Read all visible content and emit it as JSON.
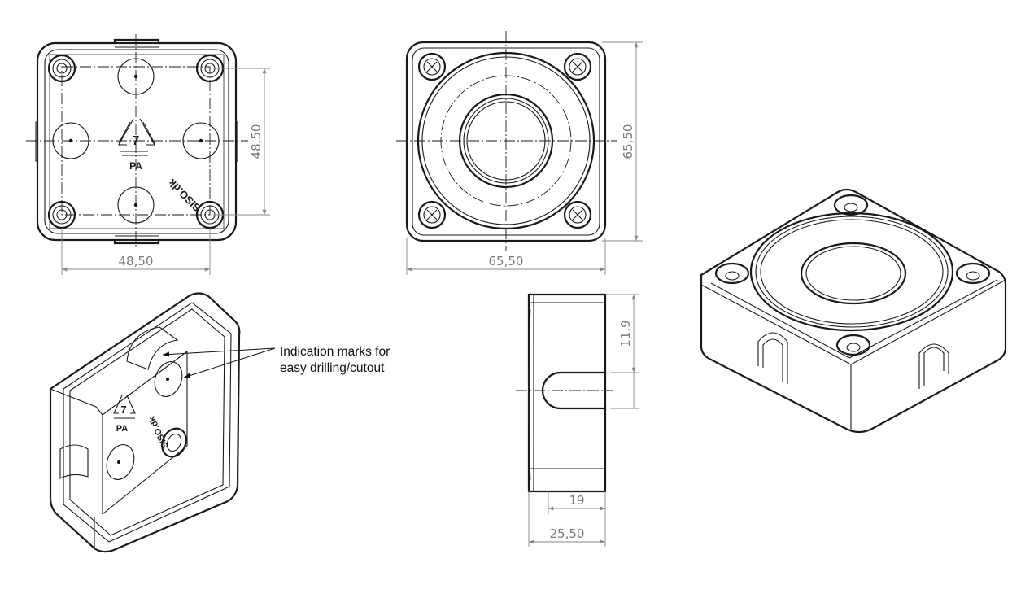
{
  "top_view": {
    "width_dim": "48,50",
    "height_dim": "48,50",
    "material_mark": "PA",
    "recycle_number": "7",
    "brand": "SISO.dk"
  },
  "bottom_view": {
    "width_dim": "65,50",
    "height_dim": "65,50"
  },
  "side_view": {
    "height_dim": "11,9",
    "slot_depth_dim": "19",
    "total_depth_dim": "25,50"
  },
  "iso_open": {
    "annotation_line1": "Indication marks for",
    "annotation_line2": "easy drilling/cutout",
    "material_mark": "PA",
    "recycle_number": "7",
    "brand": "SISO.dk"
  }
}
